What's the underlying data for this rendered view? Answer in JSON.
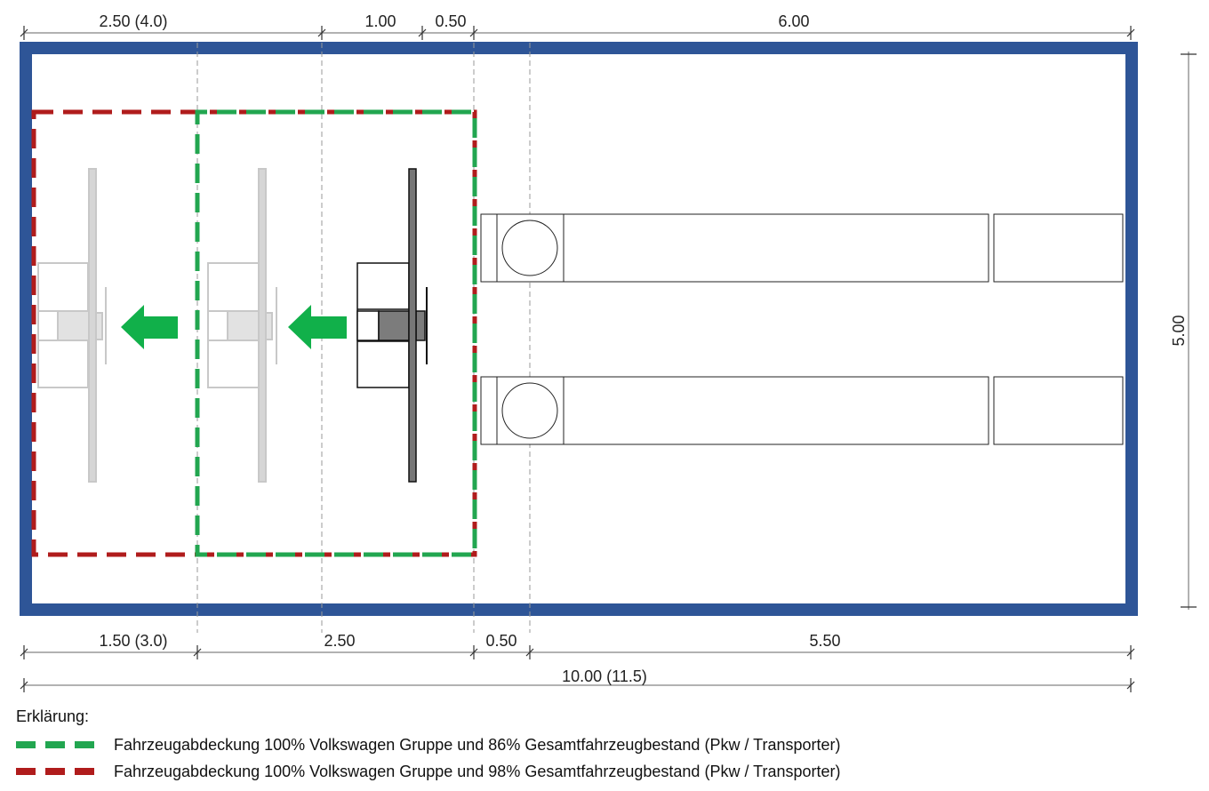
{
  "dimensions": {
    "top": [
      "2.50 (4.0)",
      "1.00",
      "0.50",
      "6.00"
    ],
    "bottom": [
      "1.50 (3.0)",
      "2.50",
      "0.50",
      "5.50"
    ],
    "total": "10.00 (11.5)",
    "right": "5.00"
  },
  "legend": {
    "title": "Erklärung:",
    "items": [
      {
        "color": "#22a650",
        "label": "Fahrzeugabdeckung 100% Volkswagen Gruppe und 86% Gesamtfahrzeugbestand (Pkw / Transporter)"
      },
      {
        "color": "#b01c1c",
        "label": "Fahrzeugabdeckung 100% Volkswagen Gruppe und 98% Gesamtfahrzeugbestand (Pkw / Transporter)"
      }
    ]
  },
  "colors": {
    "frame": "#2e5597",
    "green": "#22a650",
    "red": "#b01c1c",
    "arrow": "#11b04a"
  }
}
